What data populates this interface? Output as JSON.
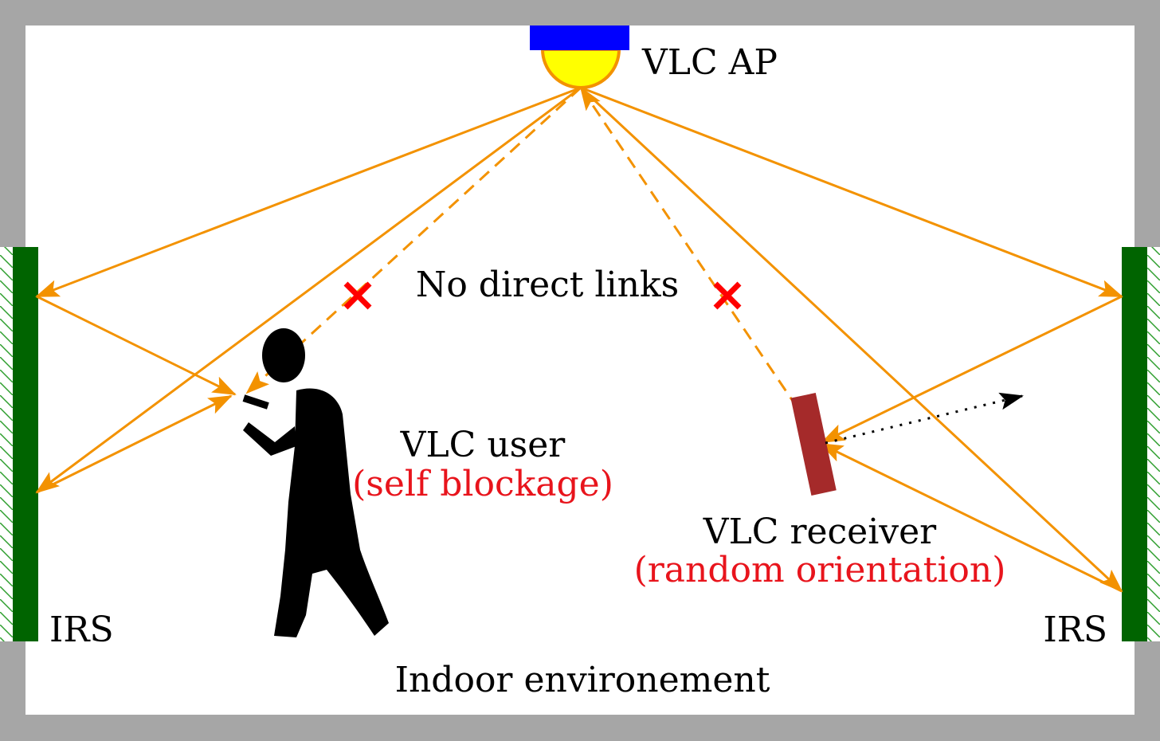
{
  "labels": {
    "ap": "VLC AP",
    "no_direct": "No direct links",
    "user": "VLC user",
    "user_note": "(self blockage)",
    "receiver": "VLC receiver",
    "receiver_note": "(random orientation)",
    "irs_left": "IRS",
    "irs_right": "IRS",
    "environment": "Indoor environement"
  },
  "colors": {
    "wall": "#a6a6a6",
    "irs": "#006400",
    "irs_hatch": "#2e9e2e",
    "ap_base": "#0000ff",
    "ap_lamp": "#ffff00",
    "ap_outline": "#f39200",
    "ray": "#f39200",
    "blocked_marker": "#ff0000",
    "receiver": "#a52a2a",
    "person": "#000000",
    "orientation_arrow": "#000000",
    "note_text": "#e8141c"
  },
  "icons": {
    "blocked": "cross-icon",
    "person": "person-with-phone-icon"
  }
}
